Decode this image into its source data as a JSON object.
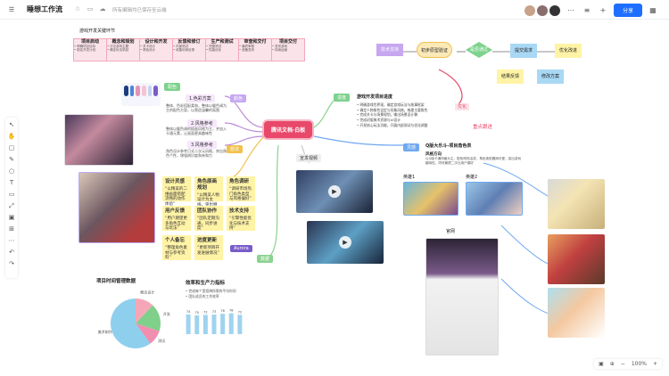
{
  "topbar": {
    "menu_icon": "menu-icon",
    "title": "睡想工作流",
    "status": "所有编辑均已保存至云端",
    "share_label": "分享"
  },
  "left_tools": [
    "select-icon",
    "hand-icon",
    "frame-icon",
    "pen-icon",
    "shape-icon",
    "text-icon",
    "sticky-icon",
    "connector-icon",
    "image-icon",
    "template-icon",
    "more-icon",
    "undo-icon",
    "redo-icon"
  ],
  "flow": {
    "title": "游戏开发关键环节",
    "steps": [
      {
        "label": "项目启动",
        "lines": [
          "• 明确项目目标",
          "• 制定开发计划",
          "• 组建开发团队"
        ]
      },
      {
        "label": "概念和规划",
        "lines": [
          "• 讨论游戏主题",
          "• 确定玩法机制",
          "• 初步美术风格"
        ]
      },
      {
        "label": "设计和开发",
        "lines": [
          "• 关卡设计",
          "• 角色设计",
          "• 程序开发"
        ]
      },
      {
        "label": "反馈和修订",
        "lines": [
          "• 内部测试",
          "• 收集玩家反馈",
          "• 调整优化"
        ]
      },
      {
        "label": "生产和测试",
        "lines": [
          "• 完整测试",
          "• 性能优化",
          "• 修复问题"
        ]
      },
      {
        "label": "审查和交付",
        "lines": [
          "• 最终审核",
          "• 准备发布",
          "• 交付上线"
        ]
      },
      {
        "label": "项目交付",
        "lines": [
          "• 发布游戏",
          "• 持续运营",
          "• 收集数据"
        ]
      }
    ]
  },
  "mindmap": {
    "center": "腾讯文档·白板",
    "branches": {
      "color": "颜色",
      "palette": "配色",
      "color_plan": "1.色彩方案",
      "color_plan_desc": "整体、色彩搭配柔和，整体以暖色调为主的配色方案，以营造温馨的氛围",
      "ref1": "2.风格参考",
      "ref1_desc": "整体以暖色调的插画风格为主，并加入卡通元素，让画面更具趣味性",
      "ref2": "3.风格参考",
      "ref2_desc": "角色设计参考日式二次元风格，突出角色个性，增强辨识度和亲和力",
      "ideas": "想法",
      "progress": "进度",
      "data": "数据",
      "inspiration": "灵感",
      "video": "宣发视频",
      "todo_title": "游戏开发项目进度",
      "todo": [
        "• 明确游戏世界观，确定游戏玩法与故事框架",
        "• 确定人物角色设定与形象风格，梳理主要角色",
        "• 完成关卡与场景规划，输出场景设计稿",
        "• 完成初版美术资源与UI设计",
        "• 开发核心玩法功能，开展内部测试与优化调整"
      ],
      "role_note": "Q版大乐斗-项目角色表",
      "style_dir": "风格方向",
      "style_dir_desc": "以Q版卡通风格为主，配色明亮活泼，角色造型圆润可爱，突出游戏趣味性，同时兼顾二次元用户喜好",
      "hero1": "英雄1",
      "hero2": "英雄2",
      "official": "官网",
      "focus": "重点跟进",
      "feature_tag": "优化"
    }
  },
  "stickies": [
    {
      "title": "设计灵感",
      "body": "“以精美的二维画面搭配流畅的动作体验”"
    },
    {
      "title": "角色原画规划",
      "body": "“以精美人物设计为主线，突出特点”"
    },
    {
      "title": "角色调研",
      "body": "“调研市场热门角色类型与风格偏好”"
    },
    {
      "title": "用户反馈",
      "body": "“用户期望更多角色互动与玩法”"
    },
    {
      "title": "团队协作",
      "body": "“团队定期沟通，同步进度”"
    },
    {
      "title": "技术支持",
      "body": "“引擎性能优化与技术支持”"
    },
    {
      "title": "个人备忘",
      "body": "“整理角色素材与参考资料”"
    },
    {
      "title": "进度更新",
      "body": "“更新项目开发进展情况”"
    }
  ],
  "sticky_tag": "Aurora",
  "flowchart": {
    "n1": "技术支持",
    "n2": "初步原型验证",
    "n3": "是否通过",
    "n4": "提交需求",
    "n5": "优化改进",
    "n6": "结果反馈",
    "n7": "修改方案",
    "yes": "通过",
    "no": "否"
  },
  "pie": {
    "title": "项目时间管理数据",
    "labels": [
      "概念设计",
      "开发",
      "测试",
      "美术制作"
    ],
    "values": [
      12,
      18,
      10,
      60
    ],
    "colors": [
      "#f5a7b8",
      "#7fd08a",
      "#f08fb0",
      "#8ecfee"
    ]
  },
  "bar": {
    "title": "效率和生产力指标",
    "notes": [
      "• 完成每个里程碑所需的平均时间",
      "• 团队成员的工作效率"
    ],
    "values": [
      74,
      70,
      72,
      73,
      76,
      78,
      72
    ],
    "labels": [
      "74",
      "70",
      "72",
      "73",
      "76",
      "78",
      "72"
    ],
    "color": "#9fd3f0"
  },
  "zoom": {
    "level": "100%",
    "icons": [
      "map-icon",
      "fit-icon",
      "zoom-out-icon",
      "zoom-in-icon"
    ]
  },
  "colors": {
    "accent": "#e8486a",
    "blue": "#1e6fff",
    "purple": "#c6a7f0",
    "green": "#7dd28c"
  }
}
